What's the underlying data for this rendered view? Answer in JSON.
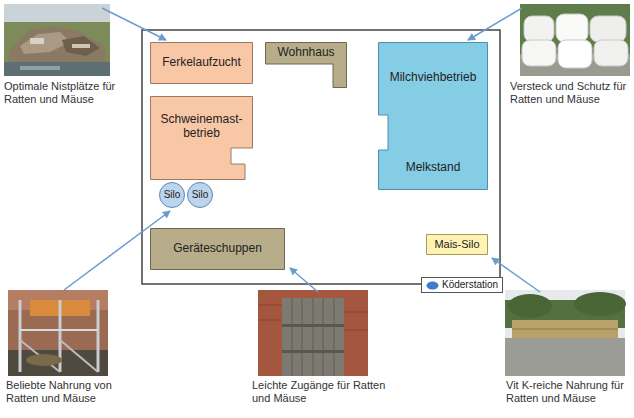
{
  "diagram": {
    "nodes": [
      {
        "text": [
          "Ferkelaufzucht"
        ]
      },
      {
        "text": [
          "Wohnhaus"
        ]
      },
      {
        "text": [
          "Milchviehbetrieb",
          "Melkstand"
        ]
      },
      {
        "text": [
          "Schweinemast- betrieb"
        ]
      },
      {
        "text": [
          "Silo"
        ]
      },
      {
        "text": [
          "Silo"
        ]
      },
      {
        "text": [
          "Geräteschuppen"
        ]
      },
      {
        "text": [
          "Mais-Silo"
        ]
      }
    ],
    "labels": [
      "Optimale Nistplätze für Ratten und Mäuse",
      "Versteck und Schutz für Ratten und Mäuse",
      "Beliebte Nahrung von Ratten und Mäuse",
      "Leichte Zugänge für Ratten und Mäuse",
      "Vit K-reiche Nahrung für Ratten und Mäuse"
    ],
    "legend": [
      {
        "text": "Köderstation",
        "color": "#3d7cc9"
      }
    ]
  }
}
